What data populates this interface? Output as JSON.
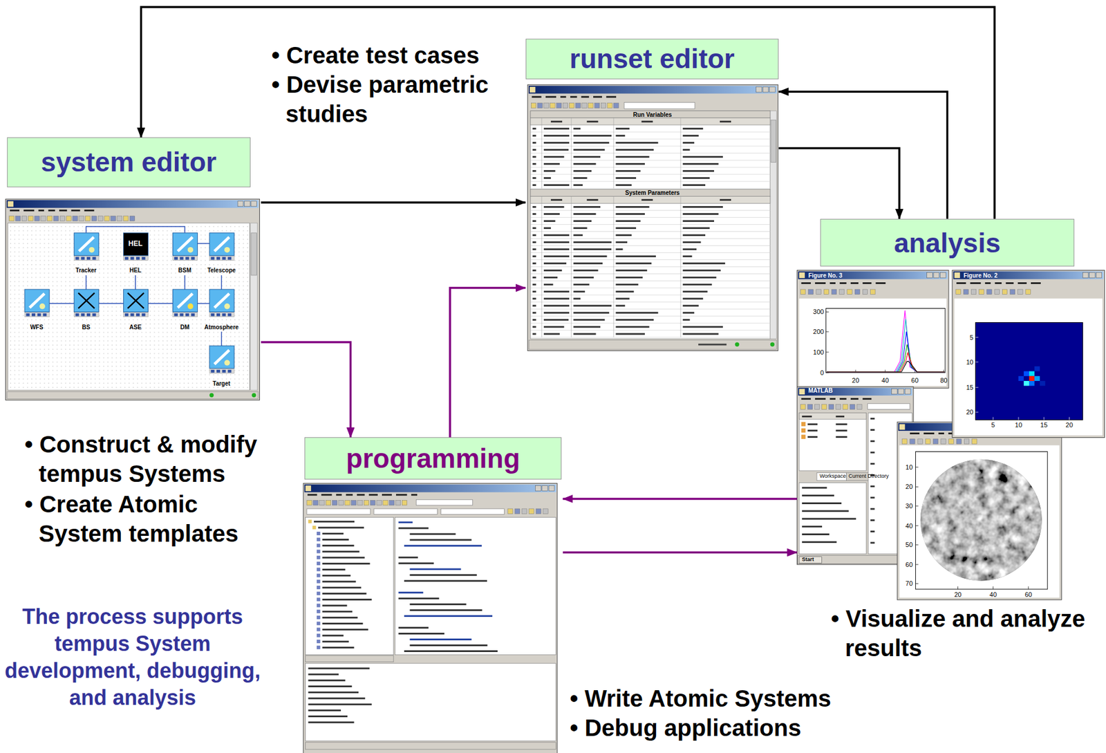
{
  "diagram": {
    "nodes": [
      {
        "text": [
          "runset editor"
        ]
      },
      {
        "text": [
          "system editor"
        ]
      },
      {
        "text": [
          "analysis"
        ]
      },
      {
        "text": [
          "programming"
        ]
      }
    ],
    "edges": [
      {
        "from": 2,
        "to": 1,
        "arrow": "to"
      },
      {
        "from": 1,
        "to": 0,
        "arrow": "to"
      },
      {
        "from": 0,
        "to": 2,
        "arrow": "to"
      },
      {
        "from": 2,
        "to": 0,
        "arrow": "to"
      },
      {
        "from": 1,
        "to": 3,
        "arrow": "to"
      },
      {
        "from": 3,
        "to": 0,
        "arrow": "to"
      },
      {
        "from": 2,
        "to": 3,
        "arrow": "to"
      },
      {
        "from": 3,
        "to": 2,
        "arrow": "to"
      }
    ],
    "labels": [
      "• Create test cases",
      "• Devise parametric studies",
      "• Construct & modify tempus Systems",
      "• Create Atomic System templates",
      "The process supports tempus System development, debugging, and analysis",
      "• Visualize and analyze results",
      "• Write Atomic Systems",
      "• Debug applications",
      "Run Variables",
      "System Parameters",
      "HEL",
      "Tracker",
      "HEL",
      "BSM",
      "Telescope",
      "WFS",
      "BS",
      "ASE",
      "DM",
      "Atmosphere",
      "Target",
      "Figure No. 3",
      "Figure No. 2",
      "MATLAB",
      "Workspace",
      "Current Directory",
      "Start",
      "300",
      "200",
      "100",
      "0",
      "20",
      "40",
      "60",
      "80",
      "5",
      "10",
      "15",
      "20",
      "5",
      "10",
      "15",
      "20",
      "10",
      "20",
      "30",
      "40",
      "50",
      "60",
      "70",
      "20",
      "40",
      "60"
    ]
  }
}
